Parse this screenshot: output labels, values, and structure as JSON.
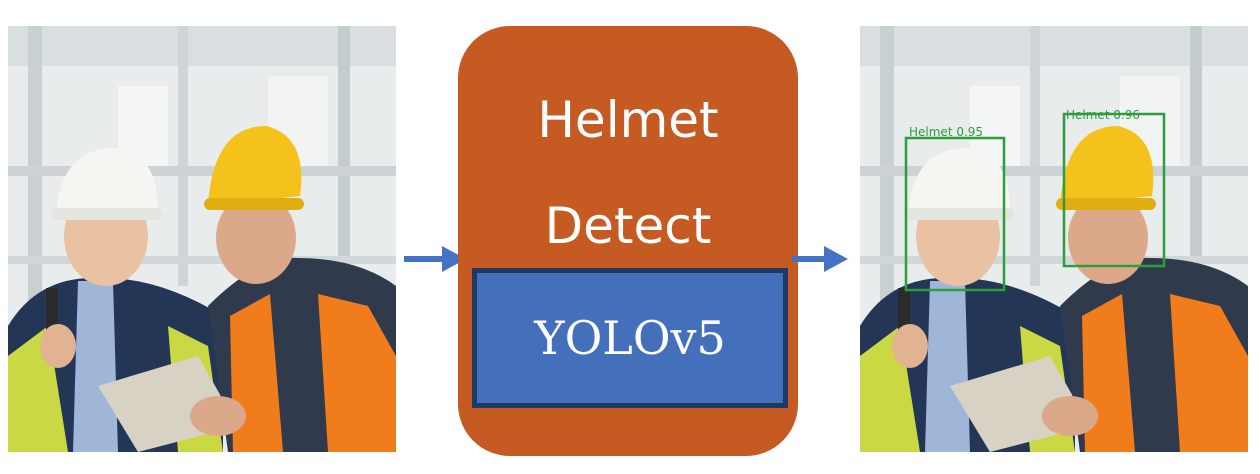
{
  "model": {
    "title_line1": "Helmet",
    "title_line2": "Detect",
    "backbone": "YOLOv5",
    "fill_color": "#c55a22",
    "inner_fill_color": "#4470bb",
    "inner_border_color": "#1f3864"
  },
  "arrows": {
    "color": "#4472c4"
  },
  "input_image": {
    "icon": "construction-workers-photo"
  },
  "output_image": {
    "icon": "construction-workers-photo-with-detections",
    "box_color": "#2e9e3c",
    "detections": [
      {
        "label": "Helmet 0.95"
      },
      {
        "label": "Helmet 0.96"
      }
    ]
  }
}
